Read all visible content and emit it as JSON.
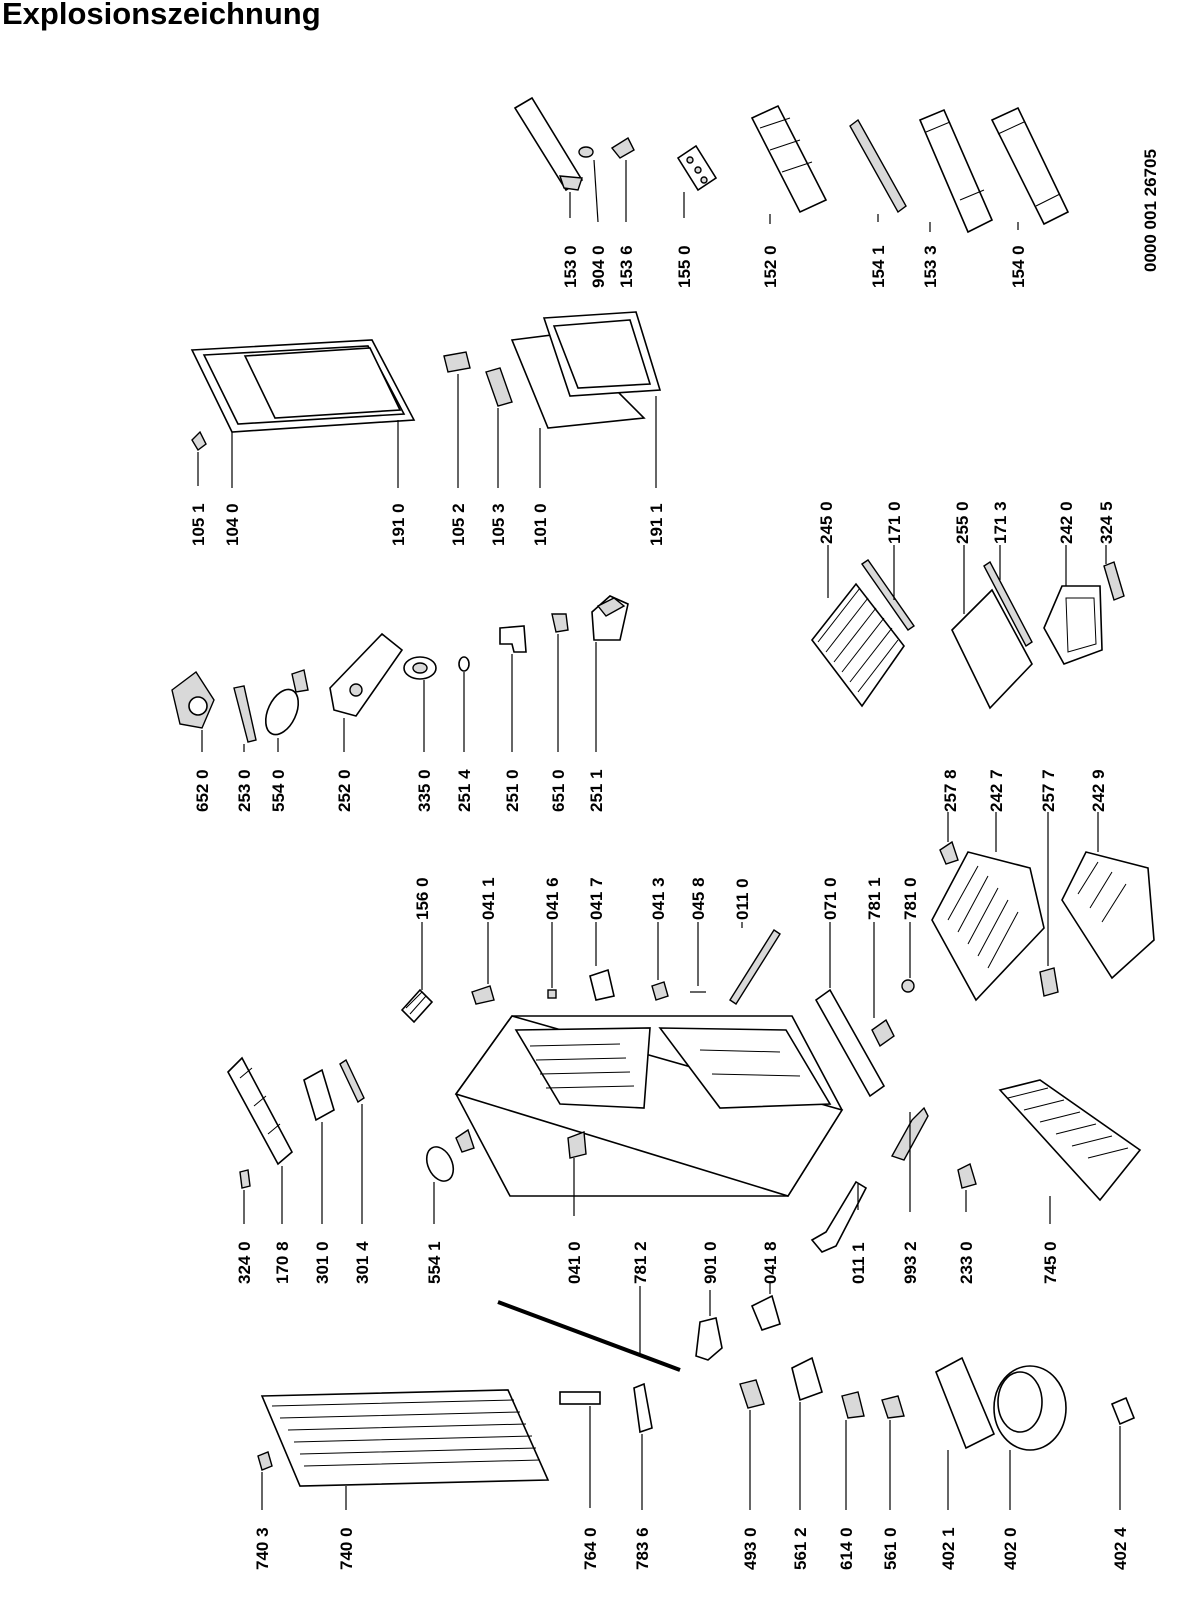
{
  "title": "Explosionszeichnung",
  "document_number": "0000 001 26705",
  "part_labels": [
    "153 0",
    "904 0",
    "153 6",
    "155 0",
    "152 0",
    "154 1",
    "153 3",
    "154 0",
    "105 1",
    "104 0",
    "191 0",
    "105 2",
    "105 3",
    "101 0",
    "191 1",
    "245 0",
    "171 0",
    "255 0",
    "171 3",
    "242 0",
    "324 5",
    "652 0",
    "253 0",
    "554 0",
    "252 0",
    "335 0",
    "251 4",
    "251 0",
    "651 0",
    "251 1",
    "257 8",
    "242 7",
    "257 7",
    "242 9",
    "156 0",
    "041 1",
    "041 6",
    "041 7",
    "041 3",
    "045 8",
    "011 0",
    "071 0",
    "781 1",
    "781 0",
    "324 0",
    "170 8",
    "301 0",
    "301 4",
    "554 1",
    "041 0",
    "781 2",
    "901 0",
    "041 8",
    "011 1",
    "993 2",
    "233 0",
    "745 0",
    "740 3",
    "740 0",
    "764 0",
    "783 6",
    "493 0",
    "561 2",
    "614 0",
    "561 0",
    "402 1",
    "402 0",
    "402 4"
  ]
}
